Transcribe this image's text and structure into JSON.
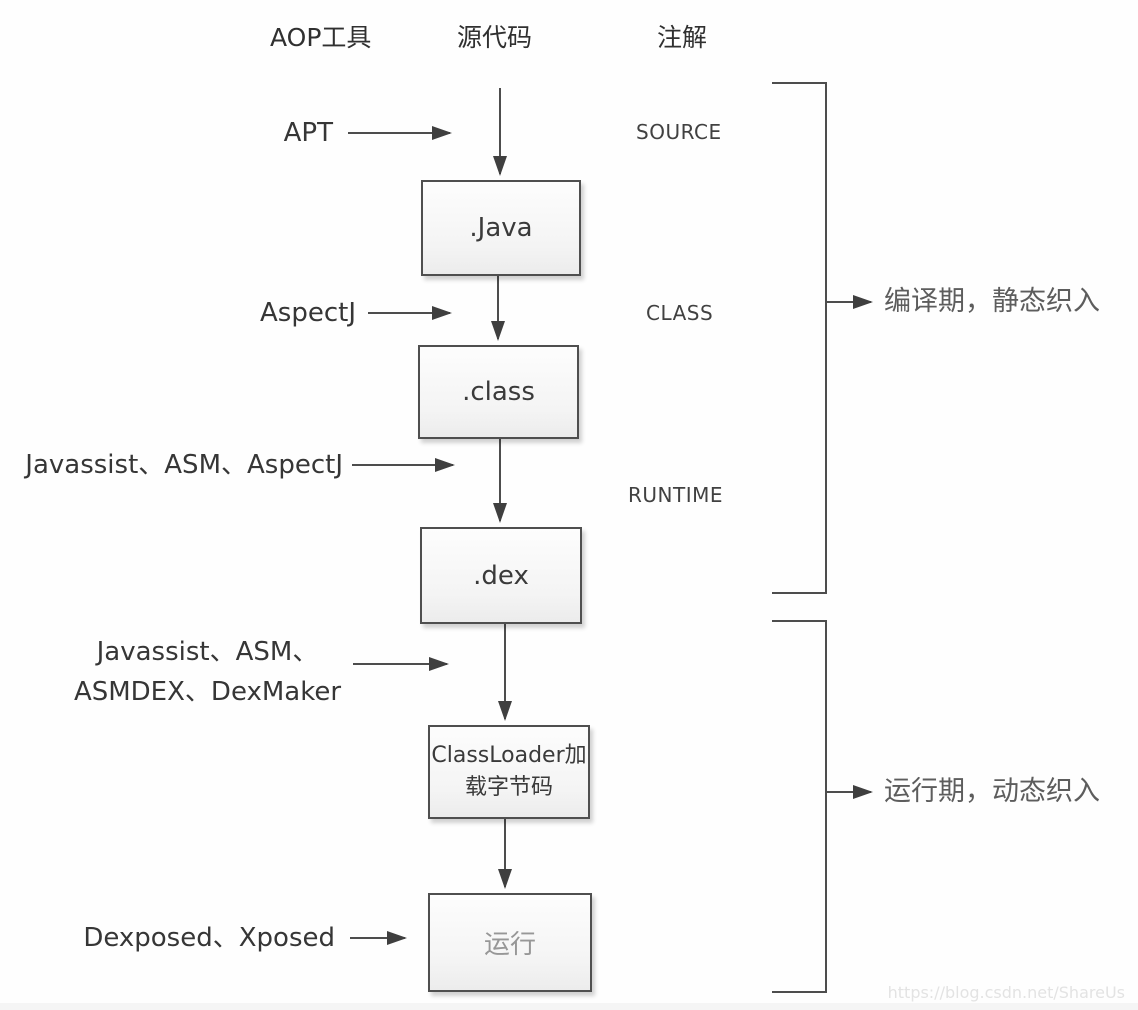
{
  "header": {
    "col_tools": "AOP工具",
    "col_source": "源代码",
    "col_annotation": "注解"
  },
  "flow_boxes": [
    {
      "label": ".Java"
    },
    {
      "label": ".class"
    },
    {
      "label": ".dex"
    },
    {
      "label": "ClassLoader加载字节码",
      "line1": "ClassLoader加",
      "line2": "载字节码"
    },
    {
      "label": "运行"
    }
  ],
  "tools": [
    {
      "label": "APT"
    },
    {
      "label": "AspectJ"
    },
    {
      "label": "Javassist、ASM、AspectJ"
    },
    {
      "label": "Javassist、ASM、ASMDEX、DexMaker",
      "line1": "Javassist、ASM、",
      "line2": "ASMDEX、DexMaker"
    },
    {
      "label": "Dexposed、Xposed"
    }
  ],
  "stages": [
    "SOURCE",
    "CLASS",
    "RUNTIME"
  ],
  "phases": [
    {
      "label": "编译期，静态织入"
    },
    {
      "label": "运行期，动态织入"
    }
  ],
  "watermark": "https://blog.csdn.net/ShareUs",
  "colors": {
    "line": "#4d4d4d",
    "arrowhead": "#3f3f3f",
    "box_border": "#4f4f4f",
    "text": "#363636",
    "watermark": "#e3e3e3"
  }
}
